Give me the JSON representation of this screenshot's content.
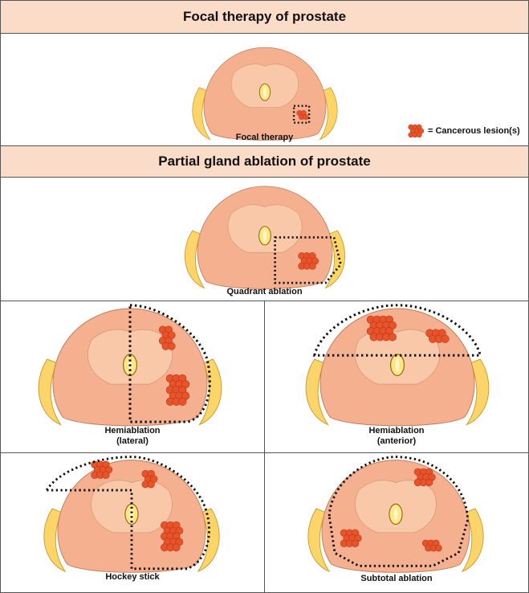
{
  "sections": {
    "focal_title": "Focal therapy of prostate",
    "partial_title": "Partial gland ablation of prostate"
  },
  "legend": {
    "label": "= Cancerous lesion(s)"
  },
  "panels": {
    "focal": {
      "caption": "Focal  therapy"
    },
    "quadrant": {
      "caption": "Quadrant  ablation"
    },
    "hemi_lateral": {
      "caption_line1": "Hemiablation",
      "caption_line2": "(lateral)"
    },
    "hemi_anterior": {
      "caption_line1": "Hemiablation",
      "caption_line2": "(anterior)"
    },
    "hockey": {
      "caption": "Hockey stick"
    },
    "subtotal": {
      "caption": "Subtotal ablation"
    }
  },
  "colors": {
    "band": "#fbdcc8",
    "gland_outer": "#f5b08f",
    "gland_inner": "#f8c8a8",
    "vesicle": "#fbd56a",
    "urethra": "#ffe680",
    "lesion": "#e8542a",
    "lesion_edge": "#b8321a"
  }
}
